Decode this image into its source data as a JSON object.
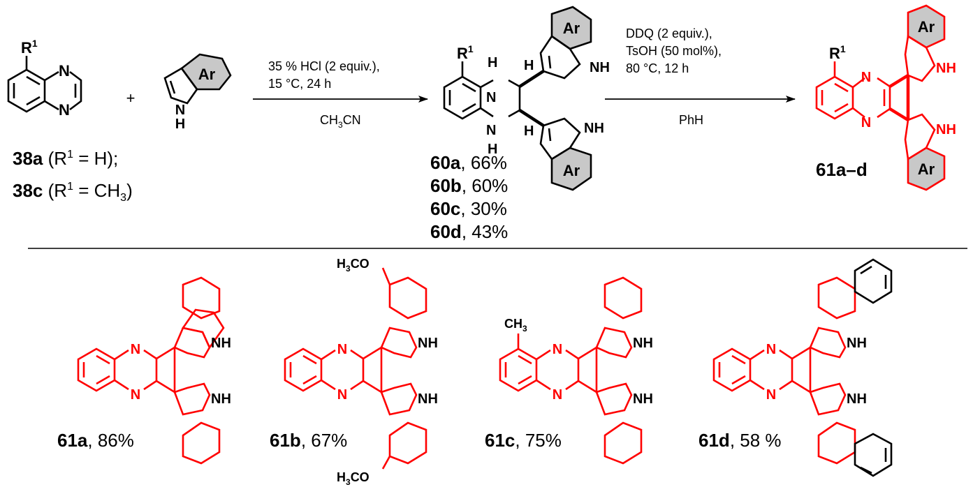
{
  "reactants": {
    "quinoxaline_r_label": "R",
    "quinoxaline_r_sup": "1",
    "plus": "+",
    "indole_ar": "Ar",
    "nh_n": "N",
    "nh_h": "H",
    "n": "N",
    "names": [
      {
        "id": "38a",
        "pre": " (R",
        "sup": "1",
        "post": " = H);"
      },
      {
        "id": "38c",
        "pre": " (R",
        "sup": "1",
        "post": " = CH",
        "sub": "3",
        "post2": ")"
      }
    ]
  },
  "step1": {
    "line1": "35 % HCl (2 equiv.),",
    "line2": "15 °C, 24 h",
    "solvent": "CH",
    "solvent_sub": "3",
    "solvent_post": "CN"
  },
  "intermediate": {
    "r_label": "R",
    "r_sup": "1",
    "ar": "Ar",
    "nh": "NH",
    "n": "N",
    "h": "H",
    "yields": [
      {
        "id": "60a",
        "value": ", 66%"
      },
      {
        "id": "60b",
        "value": ", 60%"
      },
      {
        "id": "60c",
        "value": ", 30%"
      },
      {
        "id": "60d",
        "value": ", 43%"
      }
    ]
  },
  "step2": {
    "line1": "DDQ (2 equiv.),",
    "line2": "TsOH (50 mol%),",
    "line3": "80 °C, 12 h",
    "solvent": "PhH"
  },
  "product": {
    "r_label": "R",
    "r_sup": "1",
    "ar": "Ar",
    "nh": "NH",
    "n": "N",
    "label": "61a–d"
  },
  "examples": [
    {
      "id": "61a",
      "value": ", 86%"
    },
    {
      "id": "61b",
      "value": ", 67%",
      "sub_top": "H",
      "sub_top_3": "3",
      "sub_top_post": "CO"
    },
    {
      "id": "61c",
      "value": ", 75%",
      "methyl": "CH",
      "methyl_sub": "3"
    },
    {
      "id": "61d",
      "value": ", 58 %"
    }
  ],
  "colors": {
    "product": "#ff0000",
    "aromatic_fill": "#c8c8c8",
    "text": "#000000"
  }
}
